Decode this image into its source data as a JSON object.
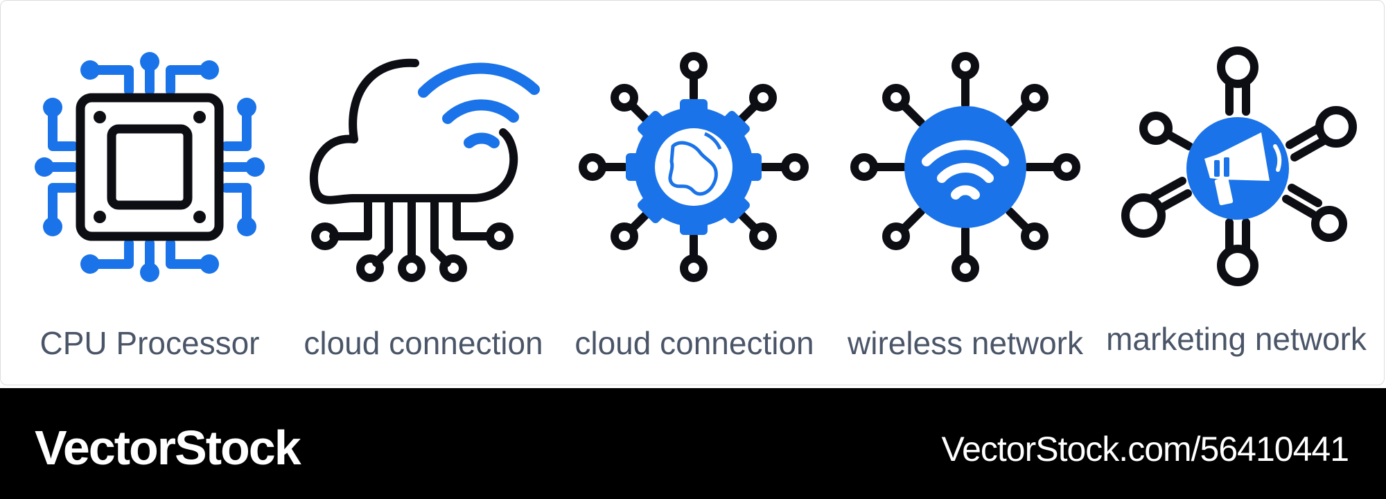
{
  "colors": {
    "accent": "#1a73e8",
    "ink": "#0d0d14",
    "label": "#4a5568",
    "footer_bg": "#000000",
    "footer_text": "#ffffff"
  },
  "icons": [
    {
      "icon": "cpu-processor-icon",
      "label": "CPU Processor"
    },
    {
      "icon": "cloud-wifi-network-icon",
      "label": "cloud connection"
    },
    {
      "icon": "globe-gear-network-icon",
      "label": "cloud connection"
    },
    {
      "icon": "wifi-hub-network-icon",
      "label": "wireless network"
    },
    {
      "icon": "megaphone-network-icon",
      "label": "marketing network"
    }
  ],
  "footer": {
    "brand": "VectorStock",
    "url": "VectorStock.com/56410441"
  }
}
